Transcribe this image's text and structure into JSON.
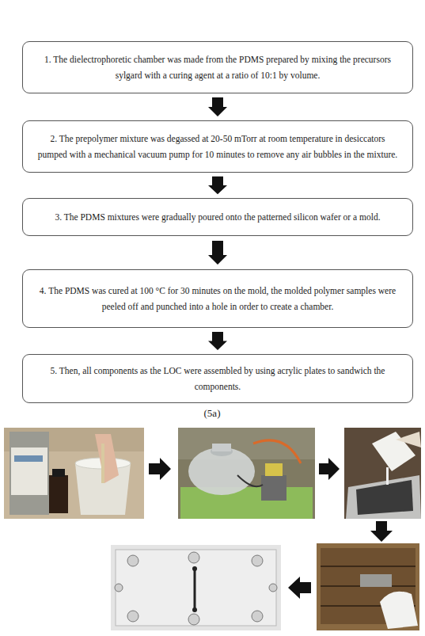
{
  "diagram": {
    "nodes": [
      {
        "text": [
          "1. The dielectrophoretic chamber was made from the PDMS prepared by mixing the precursors sylgard with a curing agent at a ratio of 10:1 by volume."
        ]
      },
      {
        "text": [
          "2. The prepolymer mixture was degassed at 20-50 mTorr at room temperature in desiccators pumped with a mechanical vacuum pump for 10 minutes to remove any air bubbles in the mixture."
        ]
      },
      {
        "text": [
          "3. The PDMS mixtures were gradually poured onto the patterned silicon wafer or a mold."
        ]
      },
      {
        "text": [
          "4. The PDMS was cured at 100 °C for 30 minutes on the mold, the molded polymer samples were peeled off and punched into a hole in order to create a chamber."
        ]
      },
      {
        "text": [
          "5. Then, all components as the LOC were assembled by using acrylic plates to sandwich the components."
        ]
      }
    ],
    "edges": [
      {
        "from": 0,
        "to": 1,
        "arrow": "to"
      },
      {
        "from": 1,
        "to": 2,
        "arrow": "to"
      },
      {
        "from": 2,
        "to": 3,
        "arrow": "to"
      },
      {
        "from": 3,
        "to": 4,
        "arrow": "to"
      }
    ],
    "labels": [
      "(5a)"
    ]
  }
}
